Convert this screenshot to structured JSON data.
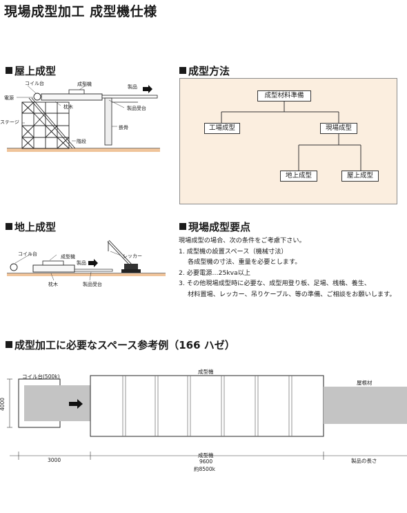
{
  "title": "現場成型加工 成型機仕様",
  "rooftop": {
    "heading": "屋上成型",
    "labels": {
      "coil": "コイル台",
      "power": "電源",
      "machine": "成型機",
      "stage": "ステージ",
      "pillow": "枕木",
      "product": "製品",
      "receiver": "製品受台",
      "steel": "鉄骨",
      "stairs": "階段"
    }
  },
  "ground": {
    "heading": "地上成型",
    "labels": {
      "coil": "コイル台",
      "machine": "成型機",
      "product": "製品",
      "wrecker": "レッカー",
      "pillow": "枕木",
      "receiver": "製品受台"
    }
  },
  "method": {
    "heading": "成型方法",
    "root": "成型材料準備",
    "factory": "工場成型",
    "onsite": "現場成型",
    "ground": "地上成型",
    "rooftop": "屋上成型"
  },
  "requirements": {
    "heading": "現場成型要点",
    "lines": [
      "現場成型の場合、次の条件をご考慮下さい。",
      "1. 成型機の設置スペース（機械寸法）",
      "各成型機の寸法、重量を必要とします。",
      "2. 必要電源…25kva以上",
      "3. その他現場成型時に必要な、成型用登り板、足場、桟橋、養生、",
      "材料置場、レッカー、吊りケーブル、等の準備、ご相談をお願いします。"
    ]
  },
  "space": {
    "heading": "成型加工に必要なスペース参考例（166 ハゼ）",
    "coil_label": "コイル台(500k)",
    "machine_label": "成型機",
    "roof_label": "屋根材",
    "height": "4000",
    "left_dim": "3000",
    "machine_dim_label": "成型機",
    "machine_dim": "9600",
    "machine_weight": "約8500k",
    "product_length": "製品の長さ"
  }
}
